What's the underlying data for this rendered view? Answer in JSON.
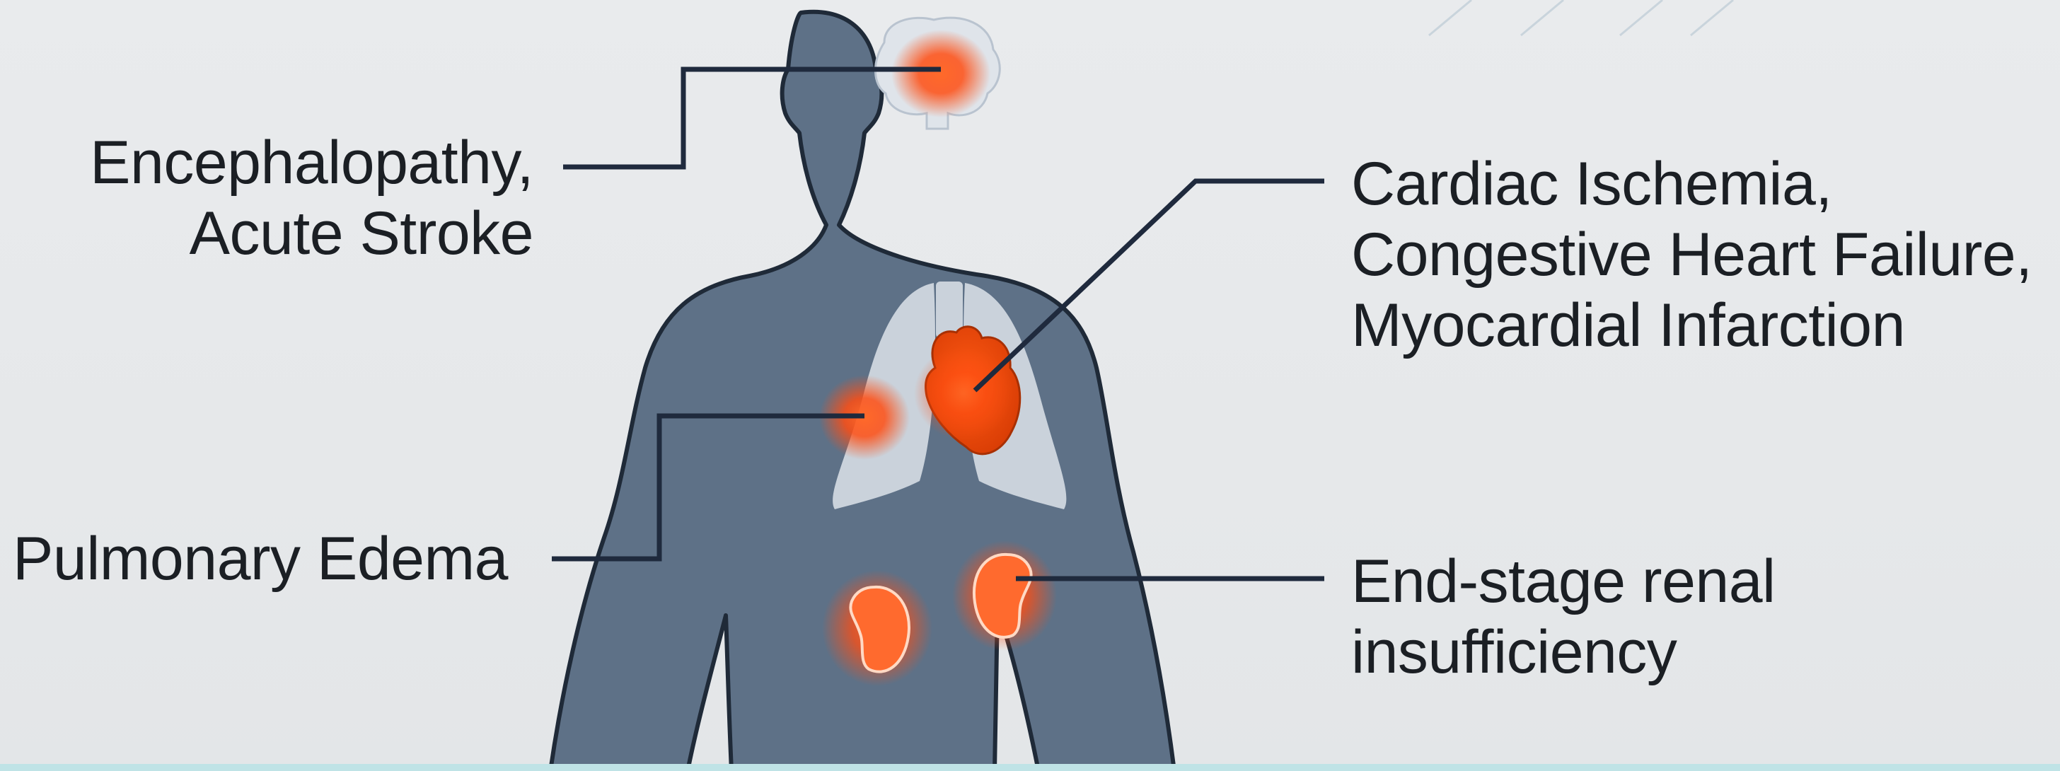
{
  "callouts": {
    "brain": {
      "line1": "Encephalopathy,",
      "line2": "Acute Stroke"
    },
    "heart": {
      "line1": "Cardiac Ischemia,",
      "line2": "Congestive Heart Failure,",
      "line3": "Myocardial Infarction"
    },
    "lungs": {
      "line1": "Pulmonary Edema"
    },
    "kidneys": {
      "line1": "End-stage renal",
      "line2": "insufficiency"
    }
  },
  "colors": {
    "body_fill": "#5e7187",
    "body_outline": "#1f2a38",
    "lung_fill": "#dde3ea",
    "highlight": "#ff5a1f",
    "connector": "#1f2a3d"
  }
}
